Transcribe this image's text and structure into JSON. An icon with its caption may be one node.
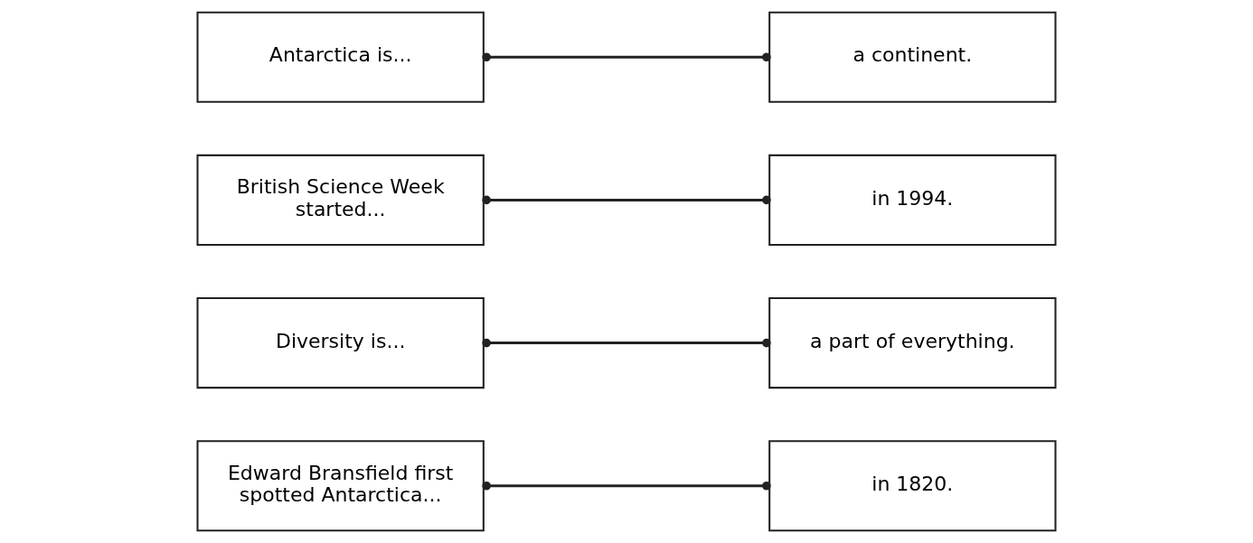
{
  "diagram": {
    "nodes": [
      {
        "text": [
          "Edward Bransfield first spotted Antarctica..."
        ]
      },
      {
        "text": [
          "Diversity is..."
        ]
      },
      {
        "text": [
          "British Science Week started..."
        ]
      },
      {
        "text": [
          "Antarctica is..."
        ]
      },
      {
        "text": [
          "a part of everything."
        ]
      },
      {
        "text": [
          "in 1994."
        ]
      },
      {
        "text": [
          "in 1820."
        ]
      },
      {
        "text": [
          "a continent."
        ]
      }
    ],
    "edges": [
      {
        "from": 0,
        "to": 6,
        "arrow": "other"
      },
      {
        "from": 1,
        "to": 4,
        "arrow": "other"
      },
      {
        "from": 2,
        "to": 5,
        "arrow": "other"
      },
      {
        "from": 3,
        "to": 7,
        "arrow": "other"
      }
    ]
  }
}
